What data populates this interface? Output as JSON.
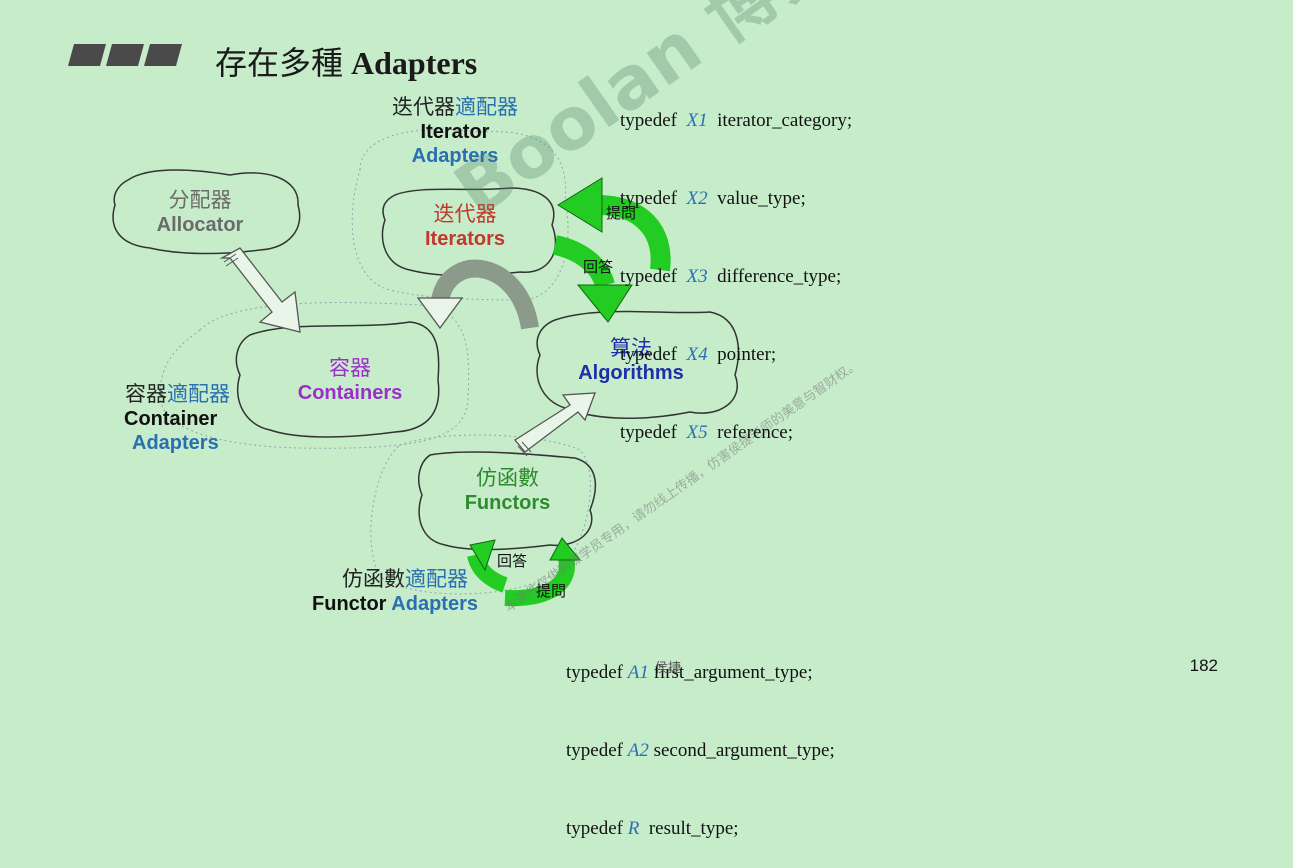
{
  "title": {
    "cjk": "存在多種",
    "latin": "Adapters"
  },
  "typedefs_top": [
    {
      "kw": "typedef",
      "var": "X1",
      "name": "iterator_category;"
    },
    {
      "kw": "typedef",
      "var": "X2",
      "name": "value_type;"
    },
    {
      "kw": "typedef",
      "var": "X3",
      "name": "difference_type;"
    },
    {
      "kw": "typedef",
      "var": "X4",
      "name": "pointer;"
    },
    {
      "kw": "typedef",
      "var": "X5",
      "name": "reference;"
    }
  ],
  "typedefs_bottom": [
    {
      "kw": "typedef",
      "var": "A1",
      "name": "first_argument_type;"
    },
    {
      "kw": "typedef",
      "var": "A2",
      "name": "second_argument_type;"
    },
    {
      "kw": "typedef",
      "var": "R",
      "name": "result_type;"
    }
  ],
  "nodes": {
    "allocator": {
      "cn": "分配器",
      "en": "Allocator"
    },
    "iterators": {
      "cn": "迭代器",
      "en": "Iterators"
    },
    "containers": {
      "cn": "容器",
      "en": "Containers"
    },
    "algorithms": {
      "cn": "算法",
      "en": "Algorithms"
    },
    "functors": {
      "cn": "仿函數",
      "en": "Functors"
    }
  },
  "adapters": {
    "iterator": {
      "cn1": "迭代器",
      "cn2": "適配器",
      "en1": "Iterator",
      "en2": "Adapters"
    },
    "container": {
      "cn1": "容器",
      "cn2": "適配器",
      "en1": "Container",
      "en2": "Adapters"
    },
    "functor": {
      "cn1": "仿函數",
      "cn2": "適配器",
      "en1": "Functor",
      "en2": "Adapters"
    }
  },
  "arrow_labels": {
    "ask_top": "提問",
    "answer_top": "回答",
    "answer_bottom": "回答",
    "ask_bottom": "提問"
  },
  "author": "侯捷",
  "page_number": "182",
  "watermark": {
    "main": "Boolan 博览网",
    "note": "本课件仅供购课学员专用，请勿线上传播，仿害侯捷老师的美意与智财权。"
  },
  "colors": {
    "background": "#c6ecca",
    "allocator": "#6b6b6b",
    "iterators": "#c0392b",
    "containers": "#9b30c8",
    "algorithms": "#1f2fa8",
    "functors": "#2e8b2e",
    "adapter_word": "#2a6fb0",
    "green_arrow": "#22cc22"
  }
}
